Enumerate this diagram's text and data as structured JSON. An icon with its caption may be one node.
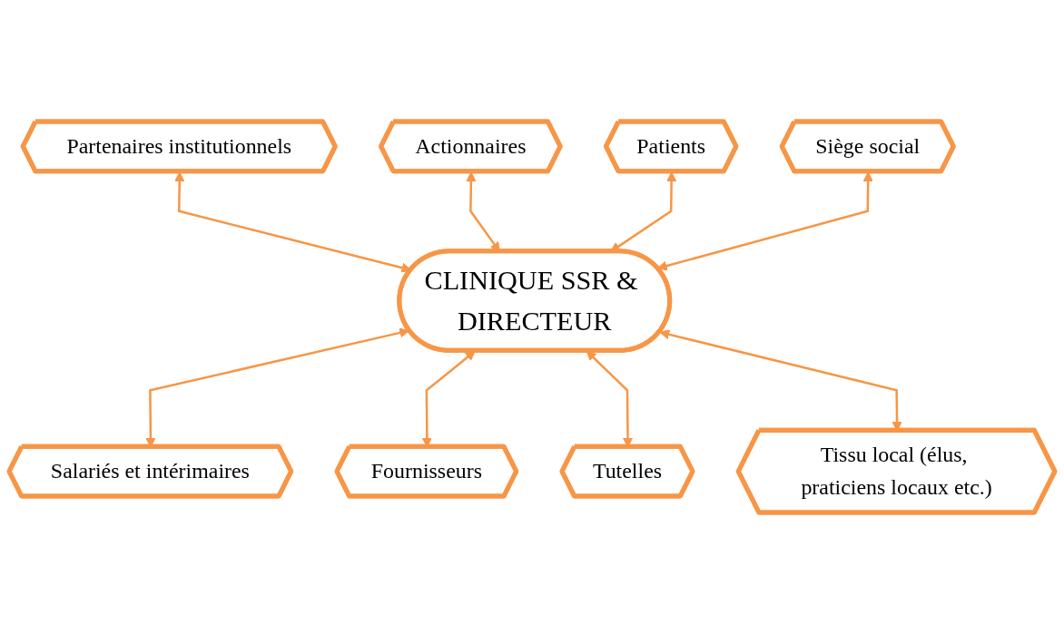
{
  "diagram": {
    "nodes": [
      {
        "text": [
          "Actionnaires"
        ]
      },
      {
        "text": [
          "Patients"
        ]
      },
      {
        "text": [
          "Partenaires institutionnels"
        ]
      },
      {
        "text": [
          "Siège social"
        ]
      },
      {
        "text": [
          "CLINIQUE SSR & DIRECTEUR"
        ]
      },
      {
        "text": [
          "Tissu local (élus, praticiens locaux etc.)"
        ]
      },
      {
        "text": [
          "Salariés et intérimaires"
        ]
      },
      {
        "text": [
          "Fournisseurs"
        ]
      },
      {
        "text": [
          "Tutelles"
        ]
      }
    ],
    "edges": [
      {
        "from": 2,
        "to": 4,
        "arrow": "both"
      },
      {
        "from": 0,
        "to": 4,
        "arrow": "both"
      },
      {
        "from": 1,
        "to": 4,
        "arrow": "both"
      },
      {
        "from": 3,
        "to": 4,
        "arrow": "both"
      },
      {
        "from": 4,
        "to": 6,
        "arrow": "both"
      },
      {
        "from": 4,
        "to": 7,
        "arrow": "both"
      },
      {
        "from": 4,
        "to": 8,
        "arrow": "both"
      },
      {
        "from": 4,
        "to": 5,
        "arrow": "both"
      }
    ]
  }
}
